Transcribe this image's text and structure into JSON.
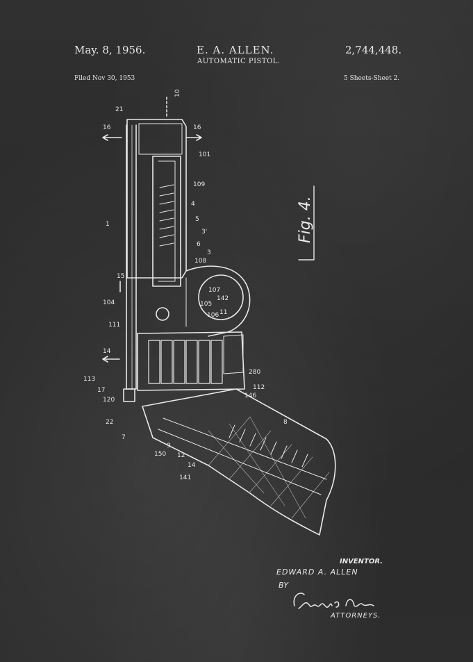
{
  "header": {
    "date": "May. 8, 1956.",
    "inventor": "E. A. ALLEN.",
    "patent_number": "2,744,448.",
    "title": "AUTOMATIC PISTOL.",
    "filed": "Filed Nov 30, 1953",
    "sheets": "5 Sheets-Sheet 2."
  },
  "figure": {
    "label": "Fig. 4.",
    "reference_numerals": [
      "10",
      "21",
      "16",
      "16",
      "101",
      "109",
      "4",
      "5",
      "3'",
      "6",
      "108",
      "3",
      "1",
      "15",
      "104",
      "105",
      "107",
      "142",
      "106",
      "11",
      "111",
      "14",
      "113",
      "17",
      "120",
      "22",
      "7",
      "150",
      "9",
      "12",
      "14",
      "141",
      "146",
      "112",
      "280",
      "8"
    ]
  },
  "footer": {
    "inventor_label": "INVENTOR.",
    "inventor_name": "EDWARD A. ALLEN",
    "by": "BY",
    "signature": "Chapin & Neal",
    "attorneys": "ATTORNEYS."
  },
  "colors": {
    "board": "#2e2e2e",
    "chalk": "#e8e8e8"
  }
}
